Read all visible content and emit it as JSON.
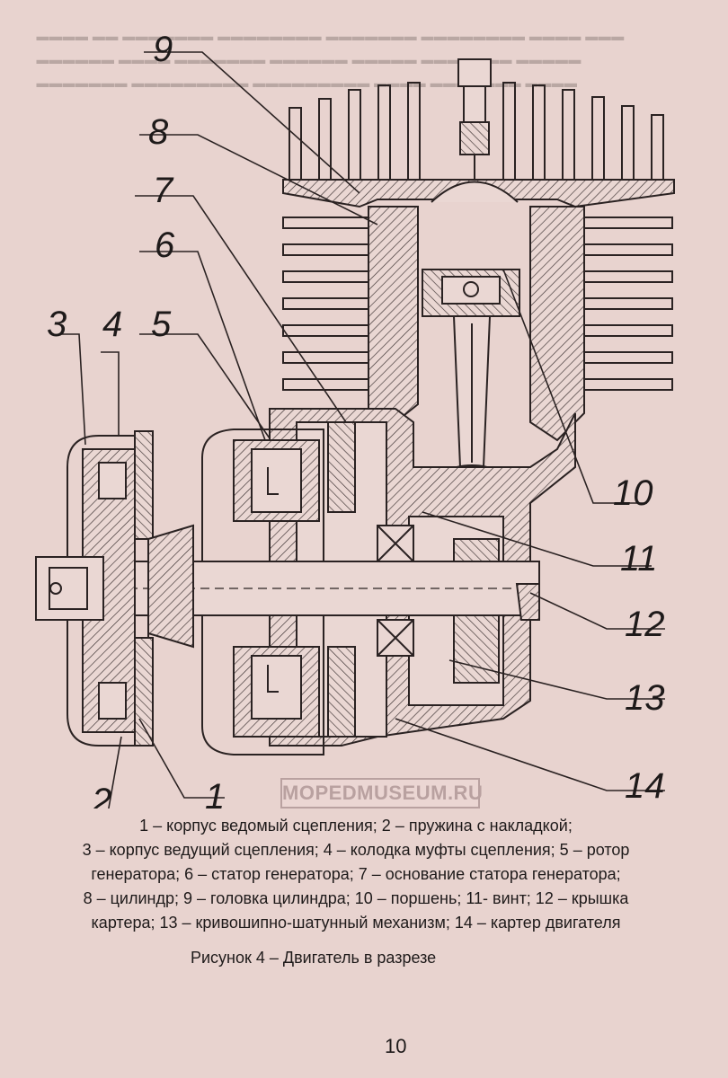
{
  "figure": {
    "callouts": [
      "1",
      "2",
      "3",
      "4",
      "5",
      "6",
      "7",
      "8",
      "9",
      "10",
      "11",
      "12",
      "13",
      "14"
    ],
    "watermark": "MOPEDMUSEUM.RU"
  },
  "legend": {
    "line1": "1 – корпус ведомый сцепления; 2 – пружина с накладкой;",
    "line2": "3 – корпус ведущий сцепления; 4 – колодка муфты сцепления; 5 – ротор",
    "line3": "генератора; 6 – статор генератора; 7 – основание статора генератора;",
    "line4": "8 – цилиндр; 9 – головка цилиндра; 10 – поршень; 11- винт; 12 – крышка",
    "line5": "картера; 13 – кривошипно-шатунный механизм; 14 – картер двигателя"
  },
  "caption": "Рисунок 4 – Двигатель в разрезе",
  "page_number": "10"
}
